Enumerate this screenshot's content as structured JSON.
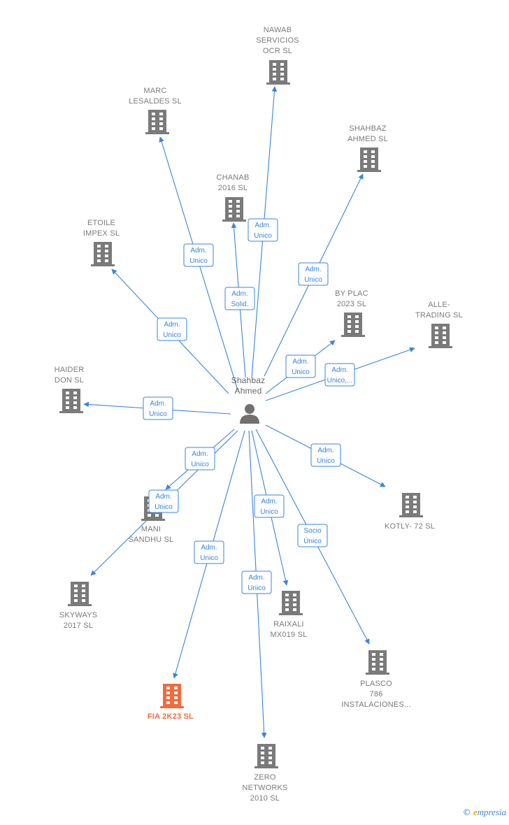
{
  "colors": {
    "edge": "#3a84d8",
    "building": "#7a7a7a",
    "highlight_building": "#f26a3d",
    "person": "#707070"
  },
  "center": {
    "id": "shahbaz",
    "name_lines": [
      "Shahbaz",
      "Ahmed"
    ],
    "icon": "person-icon"
  },
  "nodes": [
    {
      "id": "nawab",
      "name_lines": [
        "NAWAB",
        "SERVICIOS",
        "OCR  SL"
      ],
      "icon": "building-icon",
      "highlight": false
    },
    {
      "id": "marc",
      "name_lines": [
        "MARC",
        "LESALDES  SL"
      ],
      "icon": "building-icon",
      "highlight": false
    },
    {
      "id": "shahbaz-ahmed-sl",
      "name_lines": [
        "SHAHBAZ",
        "AHMED  SL"
      ],
      "icon": "building-icon",
      "highlight": false
    },
    {
      "id": "chanab",
      "name_lines": [
        "CHANAB",
        "2016  SL"
      ],
      "icon": "building-icon",
      "highlight": false
    },
    {
      "id": "etoile",
      "name_lines": [
        "ETOILE",
        "IMPEX SL"
      ],
      "icon": "building-icon",
      "highlight": false
    },
    {
      "id": "byplac",
      "name_lines": [
        "BY PLAC",
        "2023  SL"
      ],
      "icon": "building-icon",
      "highlight": false
    },
    {
      "id": "alle",
      "name_lines": [
        "ALLE-",
        "TRADING  SL"
      ],
      "icon": "building-icon",
      "highlight": false
    },
    {
      "id": "haider",
      "name_lines": [
        "HAIDER",
        "DON  SL"
      ],
      "icon": "building-icon",
      "highlight": false
    },
    {
      "id": "kotly",
      "name_lines": [
        "KOTLY- 72  SL"
      ],
      "icon": "building-icon",
      "highlight": false
    },
    {
      "id": "mani",
      "name_lines": [
        "MANI",
        "SANDHU  SL"
      ],
      "icon": "building-icon",
      "highlight": false
    },
    {
      "id": "skyways",
      "name_lines": [
        "SKYWAYS",
        "2017  SL"
      ],
      "icon": "building-icon",
      "highlight": false
    },
    {
      "id": "raixali",
      "name_lines": [
        "RAIXALI",
        "MX019 SL"
      ],
      "icon": "building-icon",
      "highlight": false
    },
    {
      "id": "plasco",
      "name_lines": [
        "PLASCO",
        "786",
        "INSTALACIONES..."
      ],
      "icon": "building-icon",
      "highlight": false
    },
    {
      "id": "fia",
      "name_lines": [
        "FIA 2K23  SL"
      ],
      "icon": "building-icon",
      "highlight": true
    },
    {
      "id": "zero",
      "name_lines": [
        "ZERO",
        "NETWORKS",
        "2010 SL"
      ],
      "icon": "building-icon",
      "highlight": false
    }
  ],
  "edges": [
    {
      "to": "nawab",
      "label_lines": [
        "Adm.",
        "Unico"
      ]
    },
    {
      "to": "marc",
      "label_lines": [
        "Adm.",
        "Unico"
      ]
    },
    {
      "to": "shahbaz-ahmed-sl",
      "label_lines": [
        "Adm.",
        "Unico"
      ]
    },
    {
      "to": "chanab",
      "label_lines": [
        "Adm.",
        "Solid."
      ]
    },
    {
      "to": "etoile",
      "label_lines": [
        "Adm.",
        "Unico"
      ]
    },
    {
      "to": "byplac",
      "label_lines": [
        "Adm.",
        "Unico"
      ]
    },
    {
      "to": "alle",
      "label_lines": [
        "Adm.",
        "Unico,..."
      ]
    },
    {
      "to": "haider",
      "label_lines": [
        "Adm.",
        "Unico"
      ]
    },
    {
      "to": "kotly",
      "label_lines": [
        "Adm.",
        "Unico"
      ]
    },
    {
      "to": "mani",
      "label_lines": [
        "Adm.",
        "Unico"
      ]
    },
    {
      "to": "skyways",
      "label_lines": [
        "Adm.",
        "Unico"
      ]
    },
    {
      "to": "raixali",
      "label_lines": [
        "Adm.",
        "Unico"
      ]
    },
    {
      "to": "plasco",
      "label_lines": [
        "Socio",
        "Único"
      ]
    },
    {
      "to": "fia",
      "label_lines": [
        "Adm.",
        "Unico"
      ]
    },
    {
      "to": "zero",
      "label_lines": [
        "Adm.",
        "Unico"
      ]
    }
  ],
  "footer": {
    "copyright": "©",
    "brand_initial": "e",
    "brand_rest": "mpresia"
  }
}
